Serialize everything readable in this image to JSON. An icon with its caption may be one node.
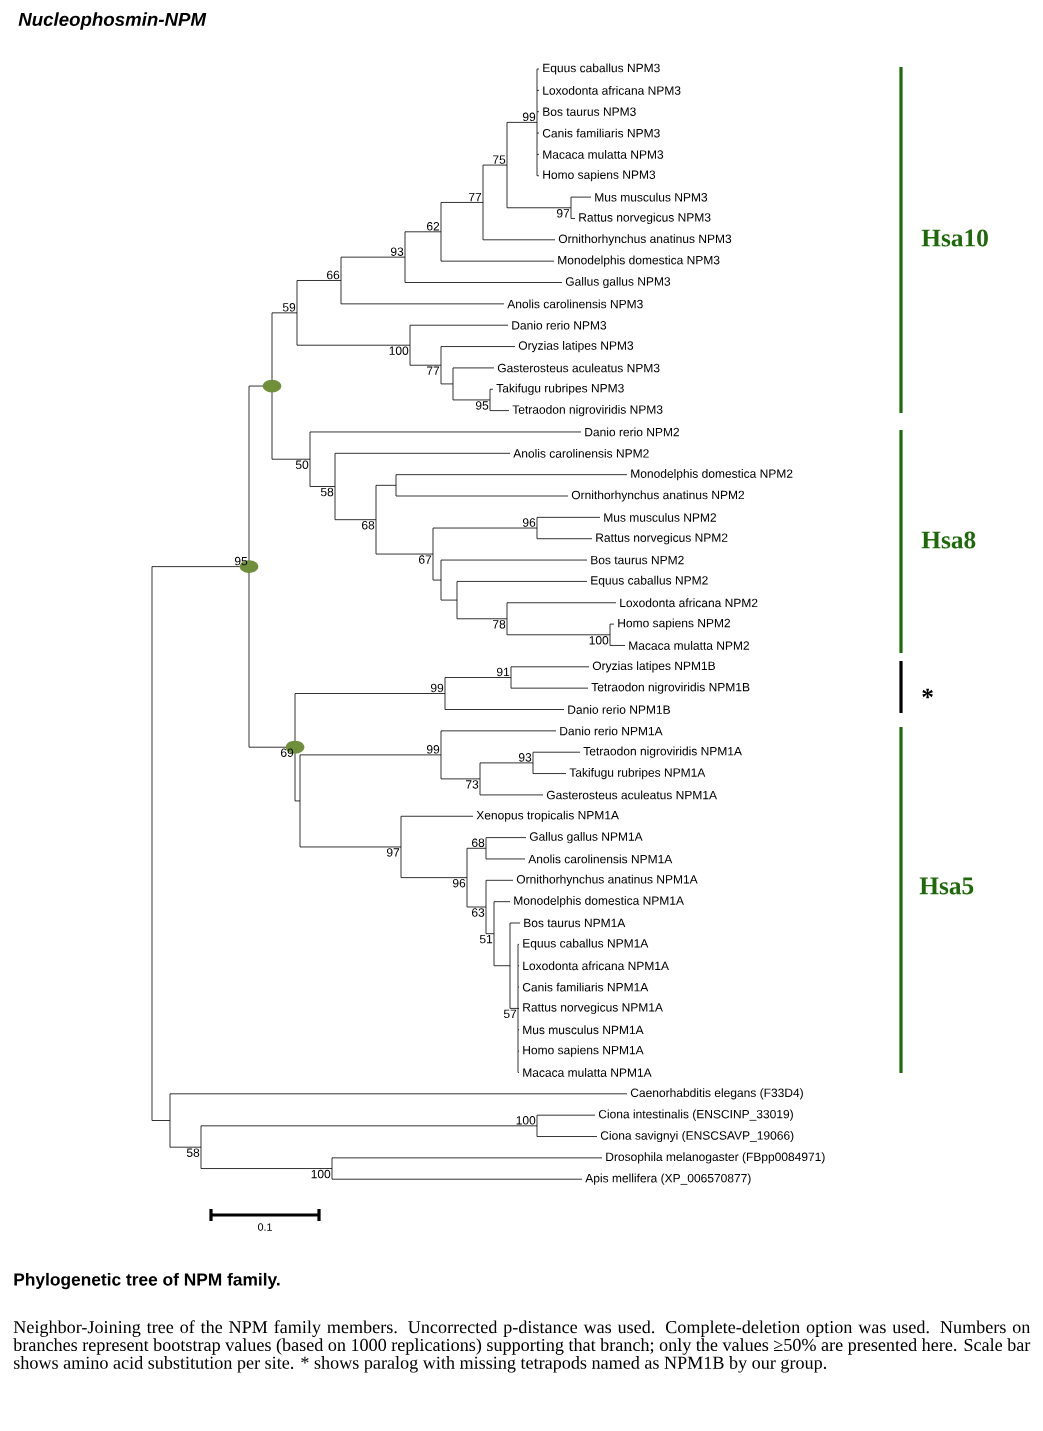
{
  "diagram": {
    "title": "Nucleophosmin-NPM",
    "caption": "Phylogenetic tree of NPM family.",
    "labels": [
      "Equus caballus NPM3",
      "Loxodonta africana NPM3",
      "Bos taurus NPM3",
      "Canis familiaris NPM3",
      "Macaca mulatta NPM3",
      "Homo sapiens NPM3",
      "Mus musculus NPM3",
      "Rattus norvegicus NPM3",
      "Ornithorhynchus anatinus NPM3",
      "Monodelphis domestica NPM3",
      "Gallus gallus NPM3",
      "Anolis carolinensis NPM3",
      "Danio rerio NPM3",
      "Oryzias latipes NPM3",
      "Gasterosteus aculeatus NPM3",
      "Takifugu rubripes NPM3",
      "Tetraodon nigroviridis NPM3",
      "Danio rerio NPM2",
      "Anolis carolinensis NPM2",
      "Monodelphis domestica NPM2",
      "Ornithorhynchus anatinus NPM2",
      "Mus musculus NPM2",
      "Rattus norvegicus NPM2",
      "Bos taurus NPM2",
      "Equus caballus NPM2",
      "Loxodonta africana NPM2",
      "Homo sapiens NPM2",
      "Macaca mulatta NPM2",
      "Oryzias latipes NPM1B",
      "Tetraodon nigroviridis NPM1B",
      "Danio rerio NPM1B",
      "Danio rerio NPM1A",
      "Tetraodon nigroviridis NPM1A",
      "Takifugu rubripes NPM1A",
      "Gasterosteus aculeatus NPM1A",
      "Xenopus tropicalis NPM1A",
      "Gallus gallus NPM1A",
      "Anolis carolinensis NPM1A",
      "Ornithorhynchus anatinus NPM1A",
      "Monodelphis domestica NPM1A",
      "Bos taurus NPM1A",
      "Equus caballus NPM1A",
      "Loxodonta africana NPM1A",
      "Canis familiaris NPM1A",
      "Rattus norvegicus NPM1A",
      "Mus musculus NPM1A",
      "Homo sapiens NPM1A",
      "Macaca mulatta NPM1A",
      "Caenorhabditis elegans (F33D4)",
      "Ciona intestinalis (ENSCINP_33019)",
      "Ciona savignyi (ENSCSAVP_19066)",
      "Drosophila melanogaster (FBpp0084971)",
      "Apis mellifera (XP_006570877)",
      "99",
      "75",
      "77",
      "97",
      "62",
      "93",
      "66",
      "59",
      "100",
      "77",
      "95",
      "50",
      "58",
      "68",
      "96",
      "95",
      "67",
      "78",
      "100",
      "91",
      "99",
      "99",
      "69",
      "93",
      "73",
      "97",
      "68",
      "96",
      "63",
      "51",
      "57",
      "100",
      "58",
      "100",
      "Hsa10",
      "Hsa8",
      "*",
      "Hsa5",
      "0.1",
      "Neighbor-Joining tree of the NPM family members. Uncorrected p-distance was used. Complete-deletion option was used. Numbers on branches represent bootstrap values (based on 1000 replications) supporting that branch; only the values ≥50% are presented here. Scale bar shows amino acid substitution per site. * shows paralog with  missing tetrapods named as NPM1B by our group."
    ]
  }
}
